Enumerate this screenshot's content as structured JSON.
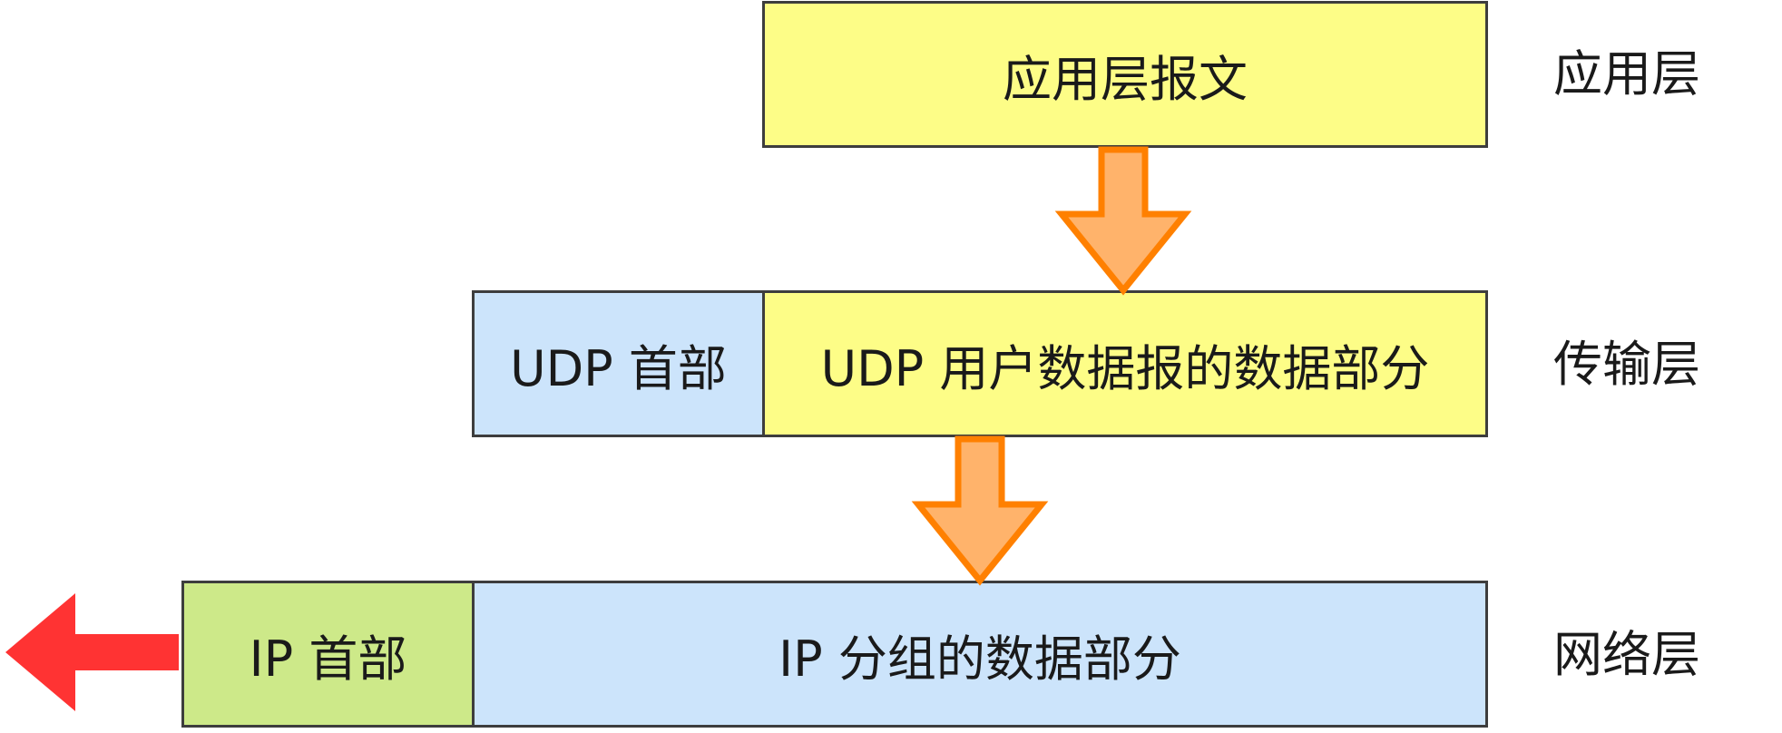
{
  "application_layer": {
    "message_label": "应用层报文",
    "layer_label": "应用层"
  },
  "transport_layer": {
    "header_label": "UDP 首部",
    "data_label": "UDP 用户数据报的数据部分",
    "layer_label": "传输层"
  },
  "network_layer": {
    "header_label": "IP 首部",
    "data_label": "IP 分组的数据部分",
    "layer_label": "网络层"
  },
  "colors": {
    "data_yellow": "#fdfd87",
    "header_blue": "#cce4fb",
    "header_green": "#cde989",
    "arrow_fill": "#ffb36b",
    "arrow_stroke": "#ff8000",
    "out_arrow": "#ff3333",
    "border": "#3d3d3d"
  }
}
